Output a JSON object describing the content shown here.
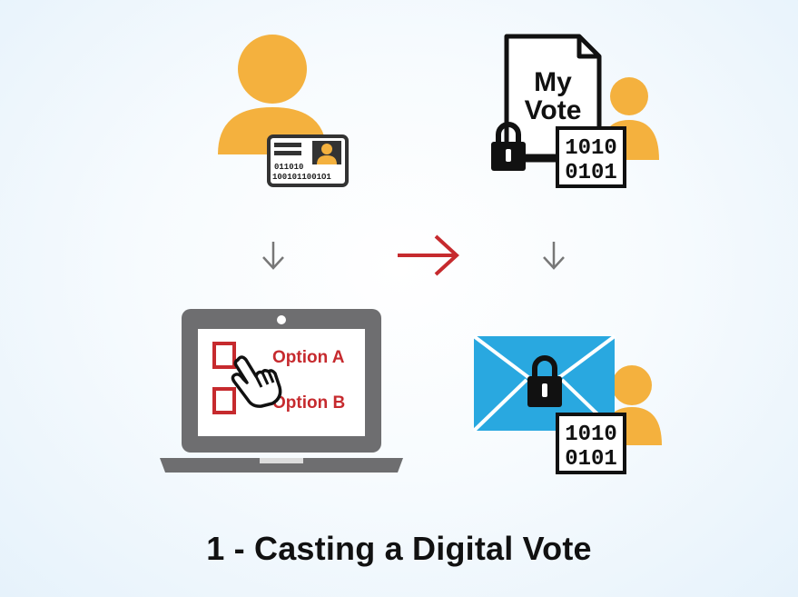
{
  "title": "1 - Casting a Digital Vote",
  "id_card": {
    "code_line1": "011010",
    "code_line2": "1001011001O1"
  },
  "vote_doc": {
    "line1": "My",
    "line2": "Vote"
  },
  "binary": {
    "line1": "1010",
    "line2": "0101"
  },
  "laptop": {
    "option_a": "Option A",
    "option_b": "Option B"
  },
  "colors": {
    "person": "#f4b13e",
    "accent_red": "#c62a2e",
    "envelope": "#29a8e0",
    "dark": "#111111",
    "laptop": "#6e6e70"
  },
  "icons": [
    "voter-icon",
    "id-card-icon",
    "vote-document-icon",
    "padlock-icon",
    "laptop-icon",
    "pointer-hand-icon",
    "envelope-icon",
    "arrow-icon"
  ]
}
